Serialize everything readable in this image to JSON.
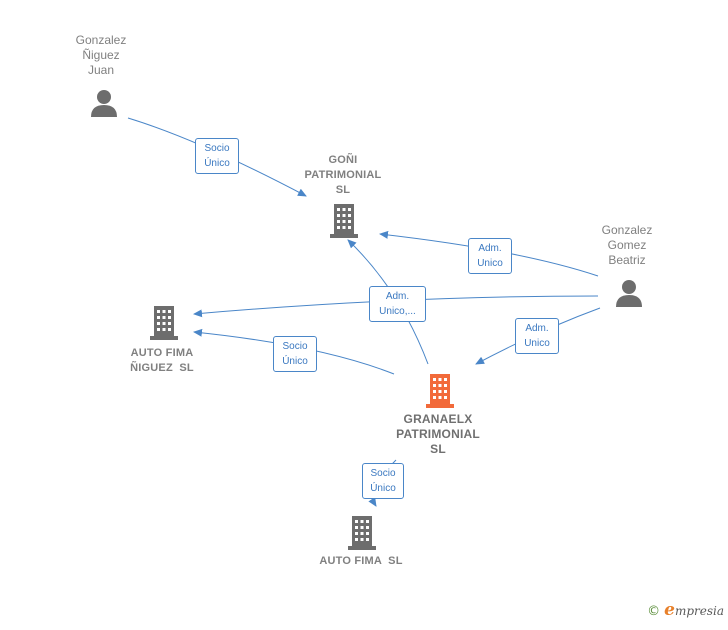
{
  "colors": {
    "edge": "#4a86c8",
    "company_icon": "#6d6d6d",
    "focus_icon": "#f26a3a",
    "person_icon": "#6d6d6d",
    "brand_accent": "#e8802a"
  },
  "nodes": {
    "gonzalez_niguez_juan": {
      "lines": [
        "Gonzalez",
        "Ñiguez",
        "Juan"
      ],
      "icon": "person-icon"
    },
    "goni_patrimonial": {
      "lines": [
        "GOÑI",
        "PATRIMONIAL",
        "SL"
      ],
      "icon": "building-icon"
    },
    "gonzalez_gomez_beatriz": {
      "lines": [
        "Gonzalez",
        "Gomez",
        "Beatriz"
      ],
      "icon": "person-icon"
    },
    "auto_fima_niguez": {
      "lines": [
        "AUTO FIMA",
        "ÑIGUEZ  SL"
      ],
      "icon": "building-icon"
    },
    "granaelx_patrimonial": {
      "lines": [
        "GRANAELX",
        "PATRIMONIAL",
        "SL"
      ],
      "icon": "building-icon"
    },
    "auto_fima": {
      "lines": [
        "AUTO FIMA  SL"
      ],
      "icon": "building-icon"
    }
  },
  "edges": {
    "juan_to_goni": {
      "lines": [
        "Socio",
        "Único"
      ]
    },
    "beatriz_to_goni": {
      "lines": [
        "Adm.",
        "Unico"
      ]
    },
    "beatriz_to_granaelx": {
      "lines": [
        "Adm.",
        "Unico"
      ]
    },
    "multi_adm": {
      "lines": [
        "Adm.",
        "Unico,..."
      ]
    },
    "granaelx_to_autofima_niguez": {
      "lines": [
        "Socio",
        "Único"
      ]
    },
    "granaelx_to_autofima": {
      "lines": [
        "Socio",
        "Único"
      ]
    }
  },
  "brand": {
    "copyright": "©",
    "initial": "e",
    "rest": "mpresia"
  }
}
